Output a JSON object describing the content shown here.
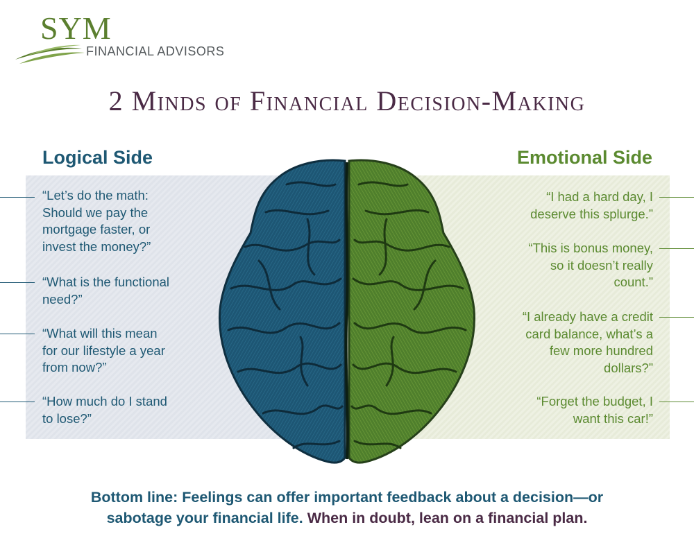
{
  "logo": {
    "name": "SYM",
    "tagline": "FINANCIAL ADVISORS"
  },
  "title": "2 Minds of Financial Decision-Making",
  "left": {
    "heading": "Logical Side",
    "quotes": [
      "“Let’s do the math:\nShould we pay the\nmortgage faster, or\ninvest the money?”",
      "“What is the functional\nneed?”",
      "“What will this mean\nfor our lifestyle a year\nfrom now?”",
      "“How much do I stand\nto lose?”"
    ]
  },
  "right": {
    "heading": "Emotional Side",
    "quotes": [
      "“I had a hard day, I\ndeserve this splurge.”",
      "“This is bonus money,\nso it doesn’t really\ncount.”",
      "“I already have a credit\ncard balance, what’s a\nfew more hundred\ndollars?”",
      "“Forget the budget, I\nwant this car!”"
    ]
  },
  "bottom": {
    "line1": "Bottom line: Feelings can offer important feedback about a decision—or",
    "line2_part1": "sabotage your financial life.",
    "line2_part2": "When in doubt, lean on a financial plan."
  },
  "colors": {
    "logical": "#1e5873",
    "emotional": "#5b8a30",
    "title": "#4a2a45",
    "logo_green": "#5b7f2f"
  },
  "icons": {
    "brain": "brain-illustration",
    "logo": "logo-swoosh-icon"
  }
}
